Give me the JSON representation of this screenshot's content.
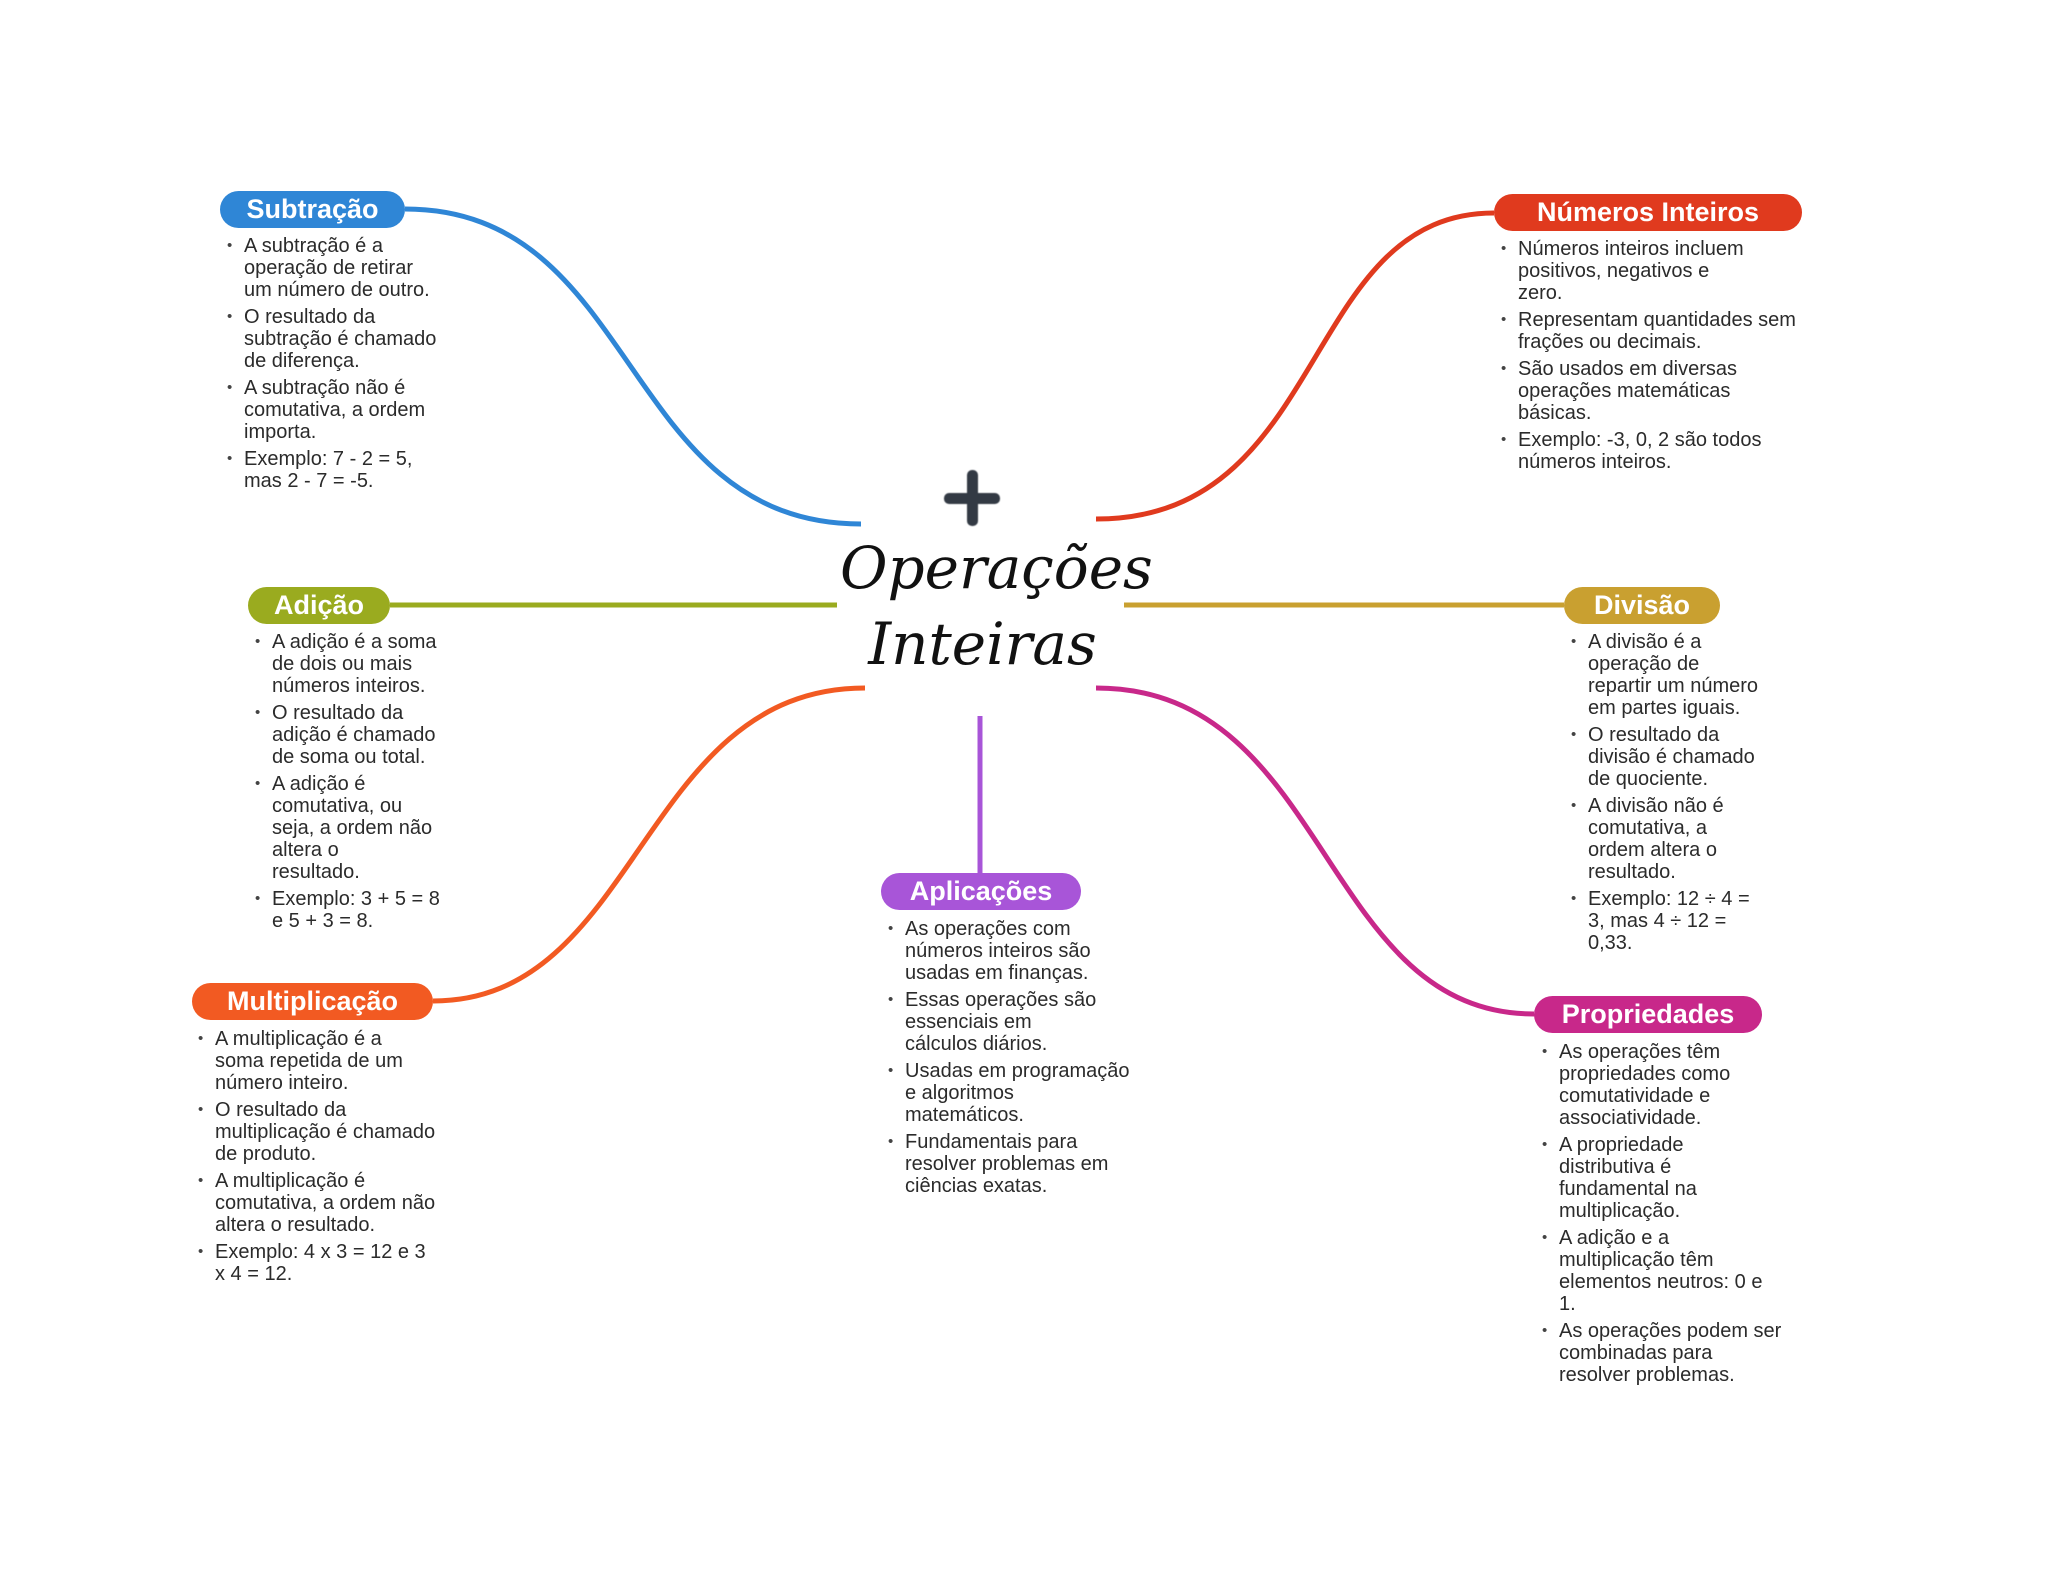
{
  "central": {
    "title_line1": "Operações",
    "title_line2": "Inteiras",
    "icon": "plus-icon"
  },
  "branches": [
    {
      "id": "subtracao",
      "label": "Subtração",
      "color": "#2f86d6",
      "items": [
        "A subtração é a\noperação de retirar\num número de outro.",
        "O resultado da\nsubtração é chamado\nde diferença.",
        "A subtração não é\ncomutativa, a ordem\nimporta.",
        "Exemplo: 7 - 2 = 5,\nmas 2 - 7 = -5."
      ]
    },
    {
      "id": "numeros-inteiros",
      "label": "Números Inteiros",
      "color": "#e03a1e",
      "items": [
        "Números inteiros incluem\npositivos, negativos e\nzero.",
        "Representam quantidades sem\nfrações ou decimais.",
        "São usados em diversas\noperações matemáticas\nbásicas.",
        "Exemplo: -3, 0, 2 são todos\nnúmeros inteiros."
      ]
    },
    {
      "id": "adicao",
      "label": "Adição",
      "color": "#9aab1f",
      "items": [
        "A adição é a soma\nde dois ou mais\nnúmeros inteiros.",
        "O resultado da\nadição é chamado\nde soma ou total.",
        "A adição é\ncomutativa, ou\nseja, a ordem não\naltera o\nresultado.",
        "Exemplo: 3 + 5 = 8\ne 5 + 3 = 8."
      ]
    },
    {
      "id": "divisao",
      "label": "Divisão",
      "color": "#c9a030",
      "items": [
        "A divisão é a\noperação de\nrepartir um número\nem partes iguais.",
        "O resultado da\ndivisão é chamado\nde quociente.",
        "A divisão não é\ncomutativa, a\nordem altera o\nresultado.",
        "Exemplo: 12 ÷ 4 =\n3, mas 4 ÷ 12 =\n0,33."
      ]
    },
    {
      "id": "multiplicacao",
      "label": "Multiplicação",
      "color": "#f25a22",
      "items": [
        "A multiplicação é a\nsoma repetida de um\nnúmero inteiro.",
        "O resultado da\nmultiplicação é chamado\nde produto.",
        "A multiplicação é\ncomutativa, a ordem não\naltera o resultado.",
        "Exemplo: 4 x 3 = 12 e 3\nx 4 = 12."
      ]
    },
    {
      "id": "aplicacoes",
      "label": "Aplicações",
      "color": "#a855d8",
      "items": [
        "As operações com\nnúmeros inteiros são\nusadas em finanças.",
        "Essas operações são\nessenciais em\ncálculos diários.",
        "Usadas em programação\ne algoritmos\nmatemáticos.",
        "Fundamentais para\nresolver problemas em\nciências exatas."
      ]
    },
    {
      "id": "propriedades",
      "label": "Propriedades",
      "color": "#c8288a",
      "items": [
        "As operações têm\npropriedades como\ncomutatividade e\nassociatividade.",
        "A propriedade\ndistributiva é\nfundamental na\nmultiplicação.",
        "A adição e a\nmultiplicação têm\nelementos neutros: 0 e\n1.",
        "As operações podem ser\ncombinadas para\nresolver problemas."
      ]
    }
  ]
}
